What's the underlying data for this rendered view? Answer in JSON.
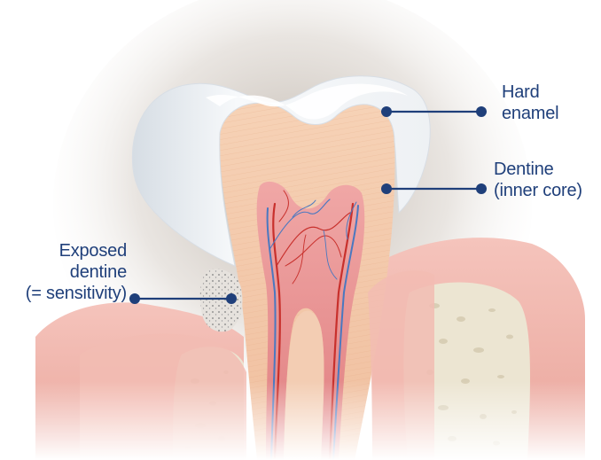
{
  "labels": {
    "hard_enamel": {
      "line1": "Hard",
      "line2": "enamel"
    },
    "dentine": {
      "line1": "Dentine",
      "line2": "(inner core)"
    },
    "exposed_dentine": {
      "line1": "Exposed",
      "line2": "dentine",
      "line3": "(= sensitivity)"
    }
  },
  "colors": {
    "label_text": "#1f3f7a",
    "leader_line": "#1f3f7a",
    "enamel": "#f4f6f8",
    "dentine": "#f3c9a8",
    "pulp": "#e8868a",
    "gum": "#f1b5ad",
    "bone": "#e9e2cf",
    "artery": "#c8302c",
    "vein": "#4a78c0"
  }
}
